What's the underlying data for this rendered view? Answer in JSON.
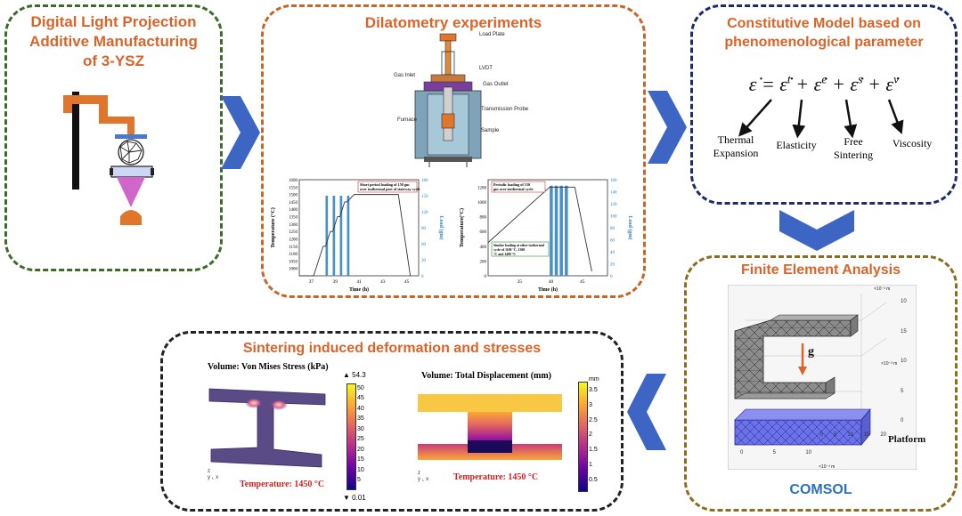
{
  "colors": {
    "title": "#d9642a",
    "arrow": "#3d66c4",
    "box_green": "#3f6b2a",
    "box_orange": "#c8662a",
    "box_navy": "#1c2b6b",
    "box_olive": "#8c6d1f",
    "box_black": "#222222",
    "comsol": "#2e6fbf"
  },
  "panel_dlp": {
    "title": "Digital Light Projection Additive Manufacturing of 3-YSZ"
  },
  "panel_dilatometry": {
    "title": "Dilatometry experiments",
    "apparatus_labels": {
      "load_plate": "Load Plate",
      "lvdt": "LVDT",
      "gas_inlet": "Gas Inlet",
      "gas_outlet": "Gas Outlet",
      "transmission_probe": "Transmission Probe",
      "furnace": "Furnace",
      "sample": "Sample"
    }
  },
  "panel_model": {
    "title": "Constitutive Model based on phenomenological parameter",
    "equation": {
      "lhs": "ε̇ = ",
      "t1": "ε̇",
      "s1": "t",
      "t2": "ε̇",
      "s2": "e",
      "t3": "ε̇",
      "s3": "s",
      "t4": "ε̇",
      "s4": "v",
      "plus": " + "
    },
    "terms": [
      "Thermal\nExpansion",
      "Elasticity",
      "Free\nSintering",
      "Viscosity"
    ]
  },
  "panel_fea": {
    "title": "Finite Element Analysis",
    "software": "COMSOL",
    "gravity_label": "g",
    "platform_label": "Platform",
    "axis_unit_top": "×10⁻³ m",
    "axis_unit_side": "×10⁻³ m",
    "axis_unit_bottom": "×10⁻³ m",
    "ticks_vertical": [
      "10",
      "15",
      "10",
      "5",
      "0"
    ],
    "ticks_depth": [
      "0",
      "5",
      "10",
      "15",
      "20"
    ],
    "ticks_bottom": [
      "0",
      "5",
      "10"
    ]
  },
  "panel_results": {
    "title": "Sintering induced deformation and stresses",
    "stress": {
      "title": "Volume: Von Mises Stress (kPa)",
      "max_label": "▲ 54.3",
      "min_label": "▼ 0.01",
      "colorbar_ticks": [
        "50",
        "45",
        "40",
        "35",
        "30",
        "25",
        "20",
        "15",
        "10",
        "5"
      ],
      "temperature": "Temperature: 1450 °C"
    },
    "displacement": {
      "title": "Volume: Total Displacement (mm)",
      "unit": "mm",
      "colorbar_ticks": [
        "3.5",
        "3",
        "2.5",
        "2",
        "1.5",
        "1",
        "0.5"
      ],
      "temperature": "Temperature: 1450 °C"
    }
  },
  "chart_data": [
    {
      "type": "line",
      "title": "Short period loading of 150 gm over isothermal part of stairway cycle",
      "xlabel": "Time (h)",
      "ylabel": "Temperature (°C)",
      "y2label": "Load (gm)",
      "xlim": [
        36,
        46
      ],
      "ylim": [
        950,
        1600
      ],
      "y2lim": [
        0,
        180
      ],
      "x_ticks": [
        "37",
        "39",
        "41",
        "43",
        "45"
      ],
      "y_ticks": [
        "1000",
        "1050",
        "1100",
        "1150",
        "1200",
        "1250",
        "1300",
        "1350",
        "1400",
        "1450",
        "1500",
        "1550",
        "1600"
      ],
      "y2_ticks": [
        "0",
        "30",
        "60",
        "90",
        "120",
        "150",
        "180"
      ],
      "series": [
        {
          "type": "line",
          "x": [
            36.0,
            37.2,
            37.6,
            38.0,
            38.2,
            38.6,
            38.8,
            39.2,
            39.4,
            39.8,
            40.0,
            40.6,
            44.3,
            45.3
          ],
          "y": [
            950,
            950,
            1050,
            1150,
            1150,
            1250,
            1250,
            1350,
            1350,
            1450,
            1450,
            1500,
            1500,
            950
          ]
        },
        {
          "type": "bar",
          "bars": [
            [
              38.2,
              38.4
            ],
            [
              38.8,
              39.0
            ],
            [
              39.4,
              39.6
            ],
            [
              40.0,
              40.2
            ]
          ],
          "value": 150
        }
      ]
    },
    {
      "type": "line",
      "title": "Periodic loading of 150 gm over isothermal cycle",
      "annotation": "Similar loading at other isothermal cycle of 1100 °C, 1300 °C and 1400 °C",
      "xlabel": "Time (h)",
      "ylabel": "Temperature(°C)",
      "y2label": "Load (gm)",
      "xlim": [
        30,
        49
      ],
      "ylim": [
        0,
        1300
      ],
      "y2lim": [
        0,
        160
      ],
      "x_ticks": [
        "35",
        "40",
        "45"
      ],
      "y_ticks": [
        "0",
        "200",
        "400",
        "600",
        "800",
        "1000",
        "1200"
      ],
      "y2_ticks": [
        "0",
        "20",
        "40",
        "60",
        "80",
        "100",
        "120",
        "140",
        "160"
      ],
      "series": [
        {
          "type": "line",
          "x": [
            30.0,
            39.8,
            43.8,
            46.5
          ],
          "y": [
            450,
            1200,
            1200,
            60
          ]
        },
        {
          "type": "bar",
          "bars": [
            [
              39.8,
              40.3
            ],
            [
              40.6,
              41.1
            ],
            [
              41.4,
              41.9
            ],
            [
              42.2,
              42.7
            ]
          ],
          "value": 150
        }
      ]
    }
  ]
}
